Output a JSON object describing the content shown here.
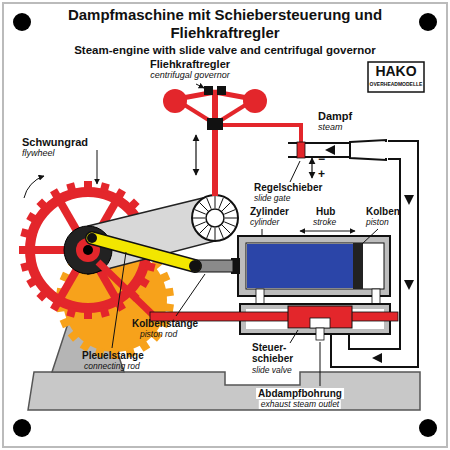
{
  "diagram": {
    "title": "Dampfmaschine mit Schiebersteuerung und Fliehkraftregler",
    "labels": [
      "Steam-engine with slide valve and centrifugal governor",
      "Fliehkraftregler",
      "centrifugal governor",
      "Dampf",
      "steam",
      "HAKO",
      "OVERHEADMODELLE",
      "Schwungrad",
      "flywheel",
      "−",
      "+",
      "Regelschieber",
      "slide gate",
      "Zylinder",
      "cylinder",
      "Hub",
      "stroke",
      "Kolben",
      "piston",
      "Kolbenstange",
      "piston rod",
      "Pleuelstange",
      "connecting rod",
      "Steuer- schieber",
      "slide valve",
      "Abdampfbohrung",
      "exhaust steam outlet"
    ]
  }
}
